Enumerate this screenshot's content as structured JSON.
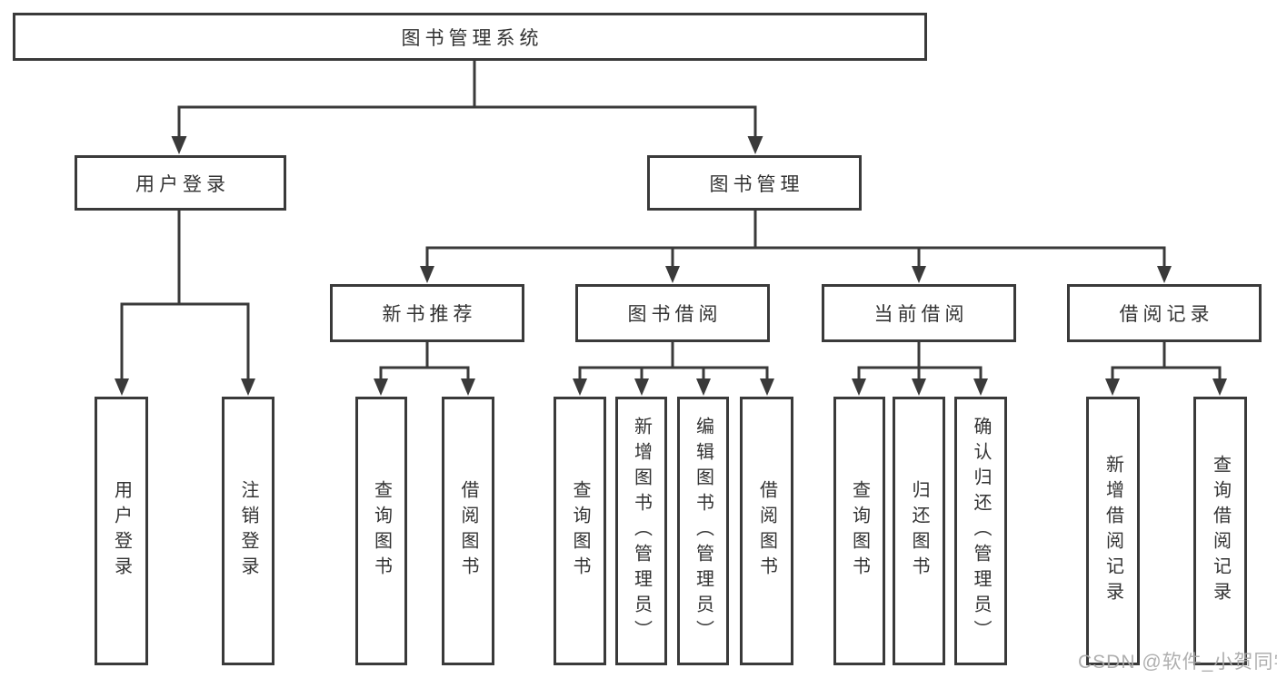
{
  "diagram_title": "图书管理系统",
  "tree": {
    "root": {
      "label": "图书管理系统"
    },
    "branches": [
      {
        "label": "用户登录",
        "children": [
          {
            "label": "用户登录"
          },
          {
            "label": "注销登录"
          }
        ]
      },
      {
        "label": "图书管理",
        "children": [
          {
            "label": "新书推荐",
            "children": [
              {
                "label": "查询图书"
              },
              {
                "label": "借阅图书"
              }
            ]
          },
          {
            "label": "图书借阅",
            "children": [
              {
                "label": "查询图书"
              },
              {
                "label": "新增图书（管理员）"
              },
              {
                "label": "编辑图书（管理员）"
              },
              {
                "label": "借阅图书"
              }
            ]
          },
          {
            "label": "当前借阅",
            "children": [
              {
                "label": "查询图书"
              },
              {
                "label": "归还图书"
              },
              {
                "label": "确认归还（管理员）"
              }
            ]
          },
          {
            "label": "借阅记录",
            "children": [
              {
                "label": "新增借阅记录"
              },
              {
                "label": "查询借阅记录"
              }
            ]
          }
        ]
      }
    ]
  },
  "watermark": "CSDN @软件_小贺同学",
  "colors": {
    "line": "#3a3a3a",
    "text": "#333333",
    "background": "#ffffff",
    "watermark": "#a8a8a8"
  }
}
